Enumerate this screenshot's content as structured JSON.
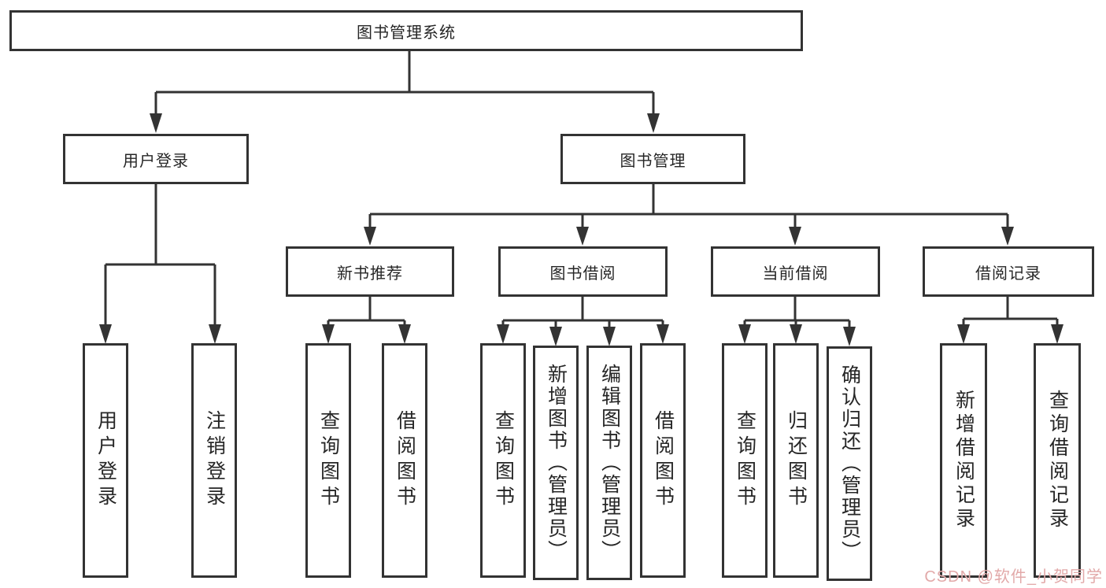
{
  "tree": {
    "label": "图书管理系统",
    "children": [
      {
        "label": "用户登录",
        "children": [
          {
            "label": "用户登录"
          },
          {
            "label": "注销登录"
          }
        ]
      },
      {
        "label": "图书管理",
        "children": [
          {
            "label": "新书推荐",
            "children": [
              {
                "label": "查询图书"
              },
              {
                "label": "借阅图书"
              }
            ]
          },
          {
            "label": "图书借阅",
            "children": [
              {
                "label": "查询图书"
              },
              {
                "label": "新增图书（管理员）"
              },
              {
                "label": "编辑图书（管理员）"
              },
              {
                "label": "借阅图书"
              }
            ]
          },
          {
            "label": "当前借阅",
            "children": [
              {
                "label": "查询图书"
              },
              {
                "label": "归还图书"
              },
              {
                "label": "确认归还（管理员）"
              }
            ]
          },
          {
            "label": "借阅记录",
            "children": [
              {
                "label": "新增借阅记录"
              },
              {
                "label": "查询借阅记录"
              }
            ]
          }
        ]
      }
    ]
  },
  "watermark": {
    "text": "CSDN @软件_小贺同学"
  },
  "colors": {
    "line": "#333333",
    "box_border": "#333333",
    "text": "#262626",
    "watermark": "#e2a9a9",
    "background": "#ffffff"
  }
}
